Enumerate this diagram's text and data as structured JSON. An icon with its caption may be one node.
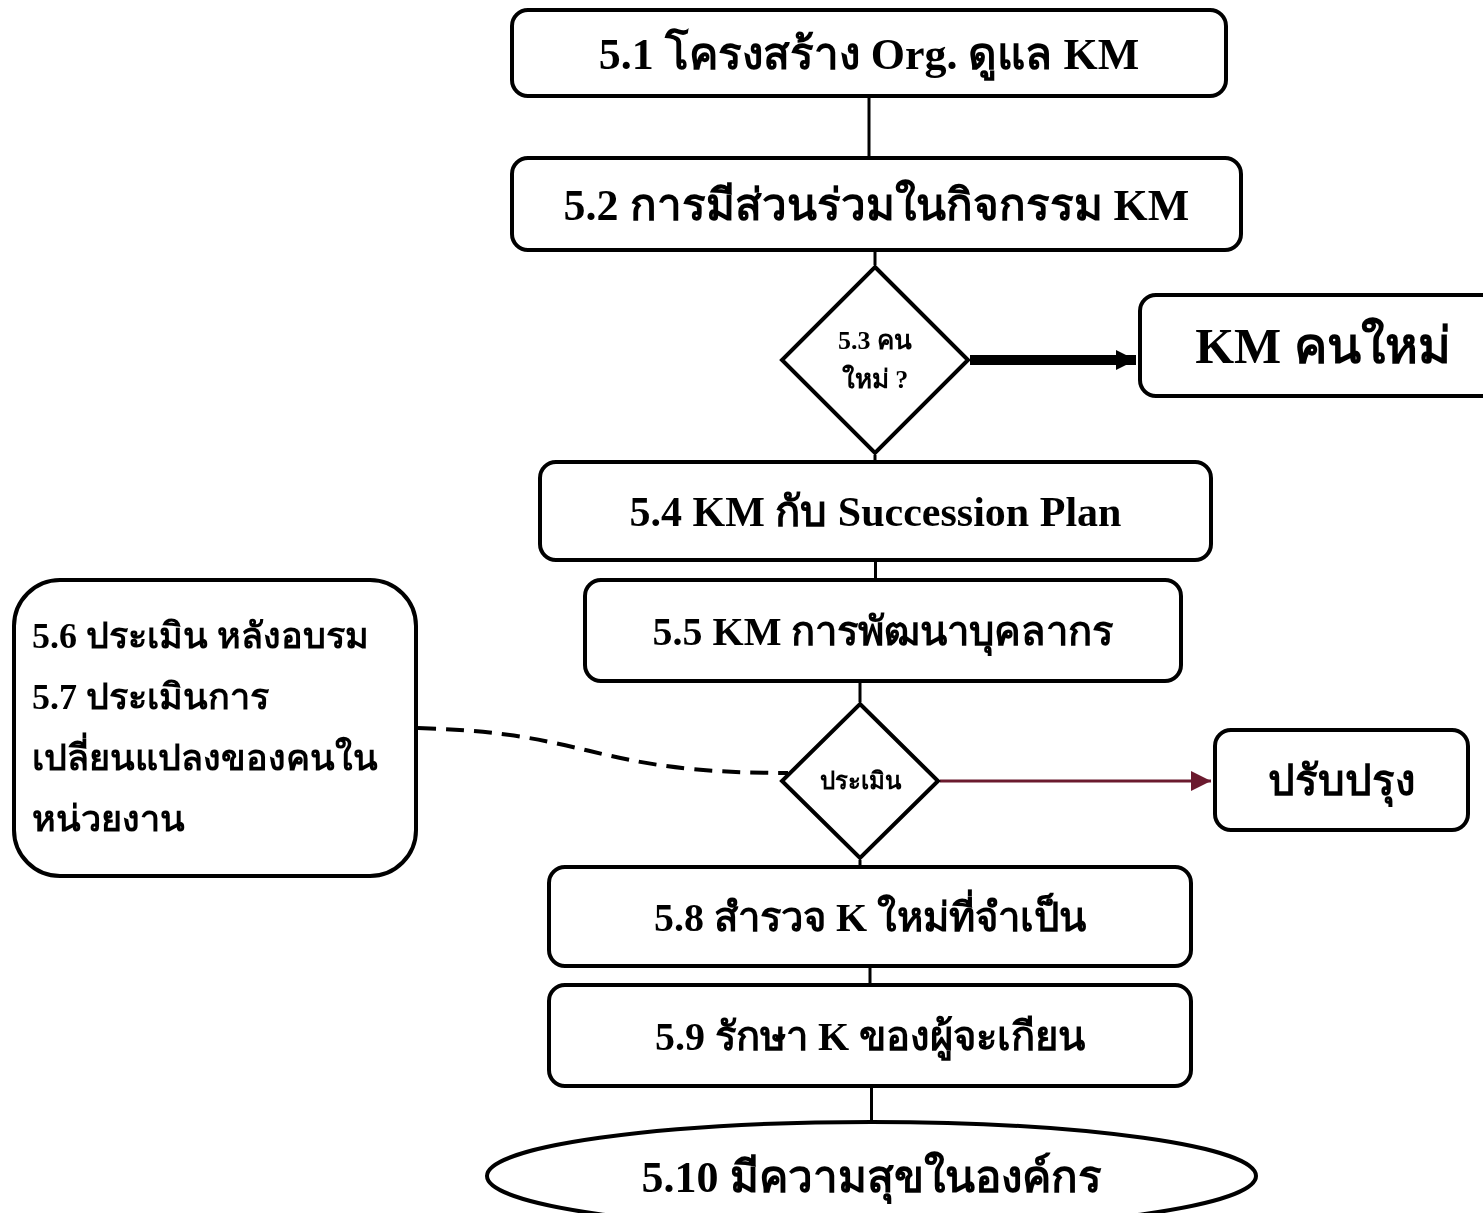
{
  "diagram": {
    "nodes": [
      {
        "text": [
          "5.1 โครงสร้าง Org. ดูแล KM"
        ]
      },
      {
        "text": [
          "5.2 การมีส่วนร่วมในกิจกรรม KM"
        ]
      },
      {
        "text": [
          "5.3 คนใหม่ ?"
        ]
      },
      {
        "text": [
          "KM คนใหม่"
        ]
      },
      {
        "text": [
          "5.4 KM กับ Succession Plan"
        ]
      },
      {
        "text": [
          "5.5 KM การพัฒนาบุคลากร"
        ]
      },
      {
        "text": [
          "5.6 ประเมิน หลังอบรม",
          "5.7 ประเมินการเปลี่ยนแปลงของคนในหน่วยงาน"
        ]
      },
      {
        "text": [
          "ประเมิน"
        ]
      },
      {
        "text": [
          "ปรับปรุง"
        ]
      },
      {
        "text": [
          "5.8 สำรวจ K ใหม่ที่จำเป็น"
        ]
      },
      {
        "text": [
          "5.9 รักษา K ของผู้จะเกียน"
        ]
      },
      {
        "text": [
          "5.10 มีความสุขในองค์กร"
        ]
      }
    ],
    "edges": [
      {
        "from": 0,
        "to": 1,
        "arrow": "none"
      },
      {
        "from": 1,
        "to": 2,
        "arrow": "none"
      },
      {
        "from": 2,
        "to": 3,
        "arrow": "to",
        "style": "thick"
      },
      {
        "from": 2,
        "to": 4,
        "arrow": "none"
      },
      {
        "from": 4,
        "to": 5,
        "arrow": "none"
      },
      {
        "from": 5,
        "to": 7,
        "arrow": "none"
      },
      {
        "from": 6,
        "to": 7,
        "arrow": "none",
        "style": "dashed"
      },
      {
        "from": 7,
        "to": 8,
        "arrow": "to",
        "color": "#6b1a2e"
      },
      {
        "from": 7,
        "to": 9,
        "arrow": "none"
      },
      {
        "from": 9,
        "to": 10,
        "arrow": "none"
      },
      {
        "from": 10,
        "to": 11,
        "arrow": "none"
      }
    ]
  }
}
